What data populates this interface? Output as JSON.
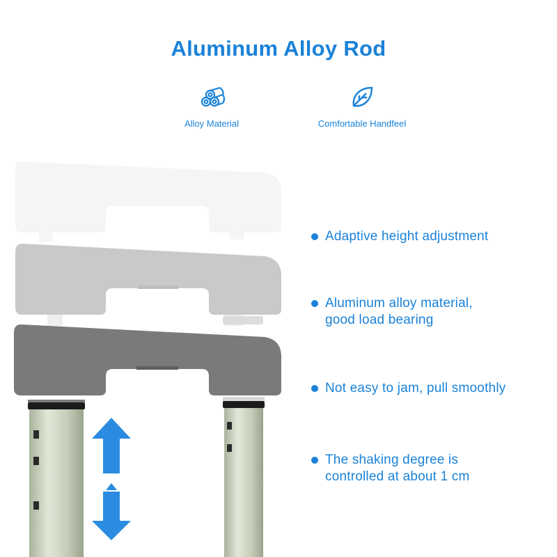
{
  "title": "Aluminum Alloy Rod",
  "features": [
    {
      "label": "Alloy Material",
      "icon": "alloy-tubes-icon"
    },
    {
      "label": "Comfortable Handfeel",
      "icon": "leaf-icon"
    }
  ],
  "bullets": [
    {
      "lines": [
        "Adaptive height adjustment"
      ]
    },
    {
      "lines": [
        "Aluminum alloy material,",
        "good load bearing"
      ]
    },
    {
      "lines": [
        "Not easy to jam, pull smoothly"
      ]
    },
    {
      "lines": [
        "The shaking degree is",
        "controlled at about 1 cm"
      ]
    }
  ],
  "colors": {
    "accent": "#1a82d8",
    "handle_light": "#f4f4f4",
    "handle_mid": "#c9c9c9",
    "handle_dark": "#7a7a7a",
    "rod": "#c4cdb8",
    "arrow": "#2b8be0"
  }
}
